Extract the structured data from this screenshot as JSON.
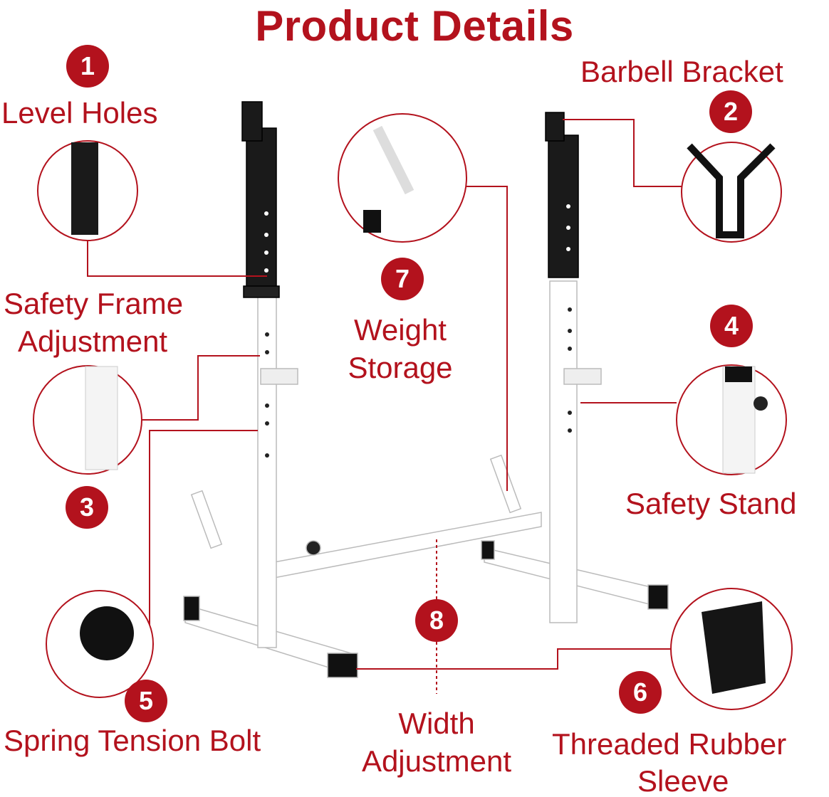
{
  "title": "Product Details",
  "accent_color": "#b3121d",
  "features": [
    {
      "number": "1",
      "label": "Level Holes"
    },
    {
      "number": "2",
      "label": "Barbell Bracket"
    },
    {
      "number": "3",
      "label_line1": "Safety Frame",
      "label_line2": "Adjustment"
    },
    {
      "number": "4",
      "label": "Safety Stand"
    },
    {
      "number": "5",
      "label": "Spring Tension Bolt"
    },
    {
      "number": "6",
      "label_line1": "Threaded Rubber",
      "label_line2": "Sleeve"
    },
    {
      "number": "7",
      "label_line1": "Weight",
      "label_line2": "Storage"
    },
    {
      "number": "8",
      "label_line1": "Width",
      "label_line2": "Adjustment"
    }
  ]
}
